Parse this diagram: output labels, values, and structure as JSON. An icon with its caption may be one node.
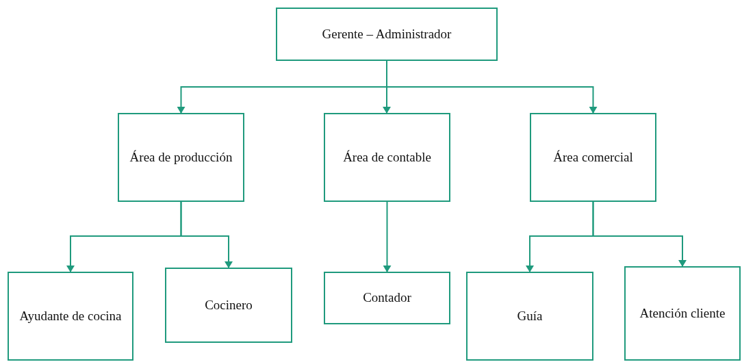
{
  "diagram": {
    "nodes": [
      {
        "text": [
          "Gerente – Administrador"
        ]
      },
      {
        "text": [
          "Área de producción"
        ]
      },
      {
        "text": [
          "Área de contable"
        ]
      },
      {
        "text": [
          "Área comercial"
        ]
      },
      {
        "text": [
          "Ayudante de cocina"
        ]
      },
      {
        "text": [
          "Cocinero"
        ]
      },
      {
        "text": [
          "Contador"
        ]
      },
      {
        "text": [
          "Guía"
        ]
      },
      {
        "text": [
          "Atención cliente"
        ]
      }
    ],
    "edges": [
      {
        "from": 0,
        "to": 1,
        "arrow": "to"
      },
      {
        "from": 0,
        "to": 2,
        "arrow": "to"
      },
      {
        "from": 0,
        "to": 3,
        "arrow": "to"
      },
      {
        "from": 1,
        "to": 4,
        "arrow": "to"
      },
      {
        "from": 1,
        "to": 5,
        "arrow": "to"
      },
      {
        "from": 2,
        "to": 6,
        "arrow": "to"
      },
      {
        "from": 3,
        "to": 7,
        "arrow": "to"
      },
      {
        "from": 3,
        "to": 8,
        "arrow": "to"
      }
    ]
  }
}
